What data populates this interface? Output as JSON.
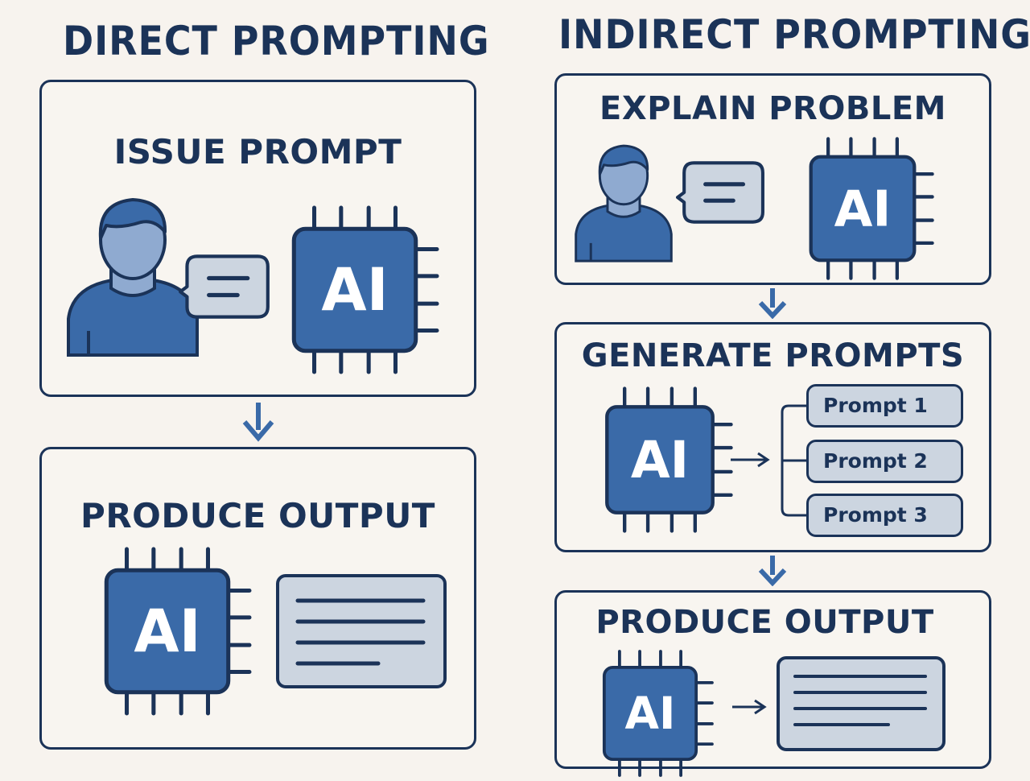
{
  "direct": {
    "title": "DIRECT PROMPTING",
    "steps": [
      {
        "title": "ISSUE PROMPT",
        "chip": "AI"
      },
      {
        "title": "PRODUCE OUTPUT",
        "chip": "AI"
      }
    ]
  },
  "indirect": {
    "title": "INDIRECT PROMPTING",
    "steps": [
      {
        "title": "EXPLAIN PROBLEM",
        "chip": "AI"
      },
      {
        "title": "GENERATE PROMPTS",
        "chip": "AI",
        "prompts": [
          "Prompt 1",
          "Prompt 2",
          "Prompt 3"
        ]
      },
      {
        "title": "PRODUCE OUTPUT",
        "chip": "AI"
      }
    ]
  },
  "colors": {
    "navy": "#1b3358",
    "chip_blue": "#3a6aa8",
    "light_blue": "#8faad0",
    "bubble_gray": "#ccd5e0",
    "background": "#f7f3ee"
  },
  "icons": [
    "person-icon",
    "speech-bubble-icon",
    "ai-chip-icon",
    "document-icon",
    "arrow-down-icon",
    "arrow-right-icon"
  ]
}
